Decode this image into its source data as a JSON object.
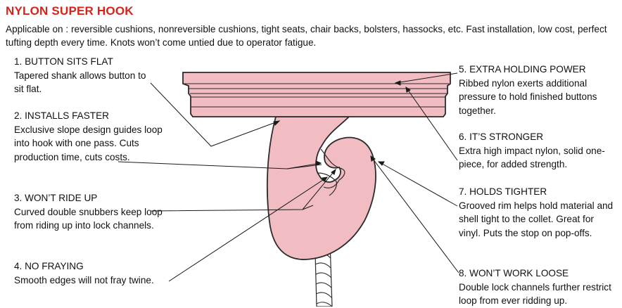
{
  "title": "NYLON SUPER HOOK",
  "intro": "Applicable  on : reversible cushions, nonreversible cushions, tight seats, chair backs, bolsters, hassocks, etc. Fast installation, low cost, perfect tufting depth every time. Knots won’t come untied due to operator fatigue.",
  "features": [
    {
      "heading": "1. BUTTON SITS FLAT",
      "text": "Tapered shank allows button to sit flat."
    },
    {
      "heading": "2. INSTALLS FASTER",
      "text": "Exclusive slope design guides loop into hook with one pass. Cuts production time, cuts costs."
    },
    {
      "heading": "3. WON’T RIDE UP",
      "text": "Curved double snubbers keep loop from riding up into lock channels."
    },
    {
      "heading": "4. NO FRAYING",
      "text": "Smooth edges will not fray twine."
    },
    {
      "heading": "5. EXTRA HOLDING POWER",
      "text": "Ribbed nylon exerts additional pressure to hold finished buttons together."
    },
    {
      "heading": "6. IT’S STRONGER",
      "text": "Extra high impact nylon, solid one-piece, for added strength."
    },
    {
      "heading": "7. HOLDS TIGHTER",
      "text": "Grooved rim helps hold material and shell tight to the collet. Great for vinyl. Puts the stop on pop-offs."
    },
    {
      "heading": "8. WON’T WORK LOOSE",
      "text": "Double lock channels further restrict loop from ever ridding up."
    }
  ],
  "colors": {
    "title": "#d6241b",
    "hook_fill": "#f2bcc3",
    "outline": "#2a2a2a"
  }
}
